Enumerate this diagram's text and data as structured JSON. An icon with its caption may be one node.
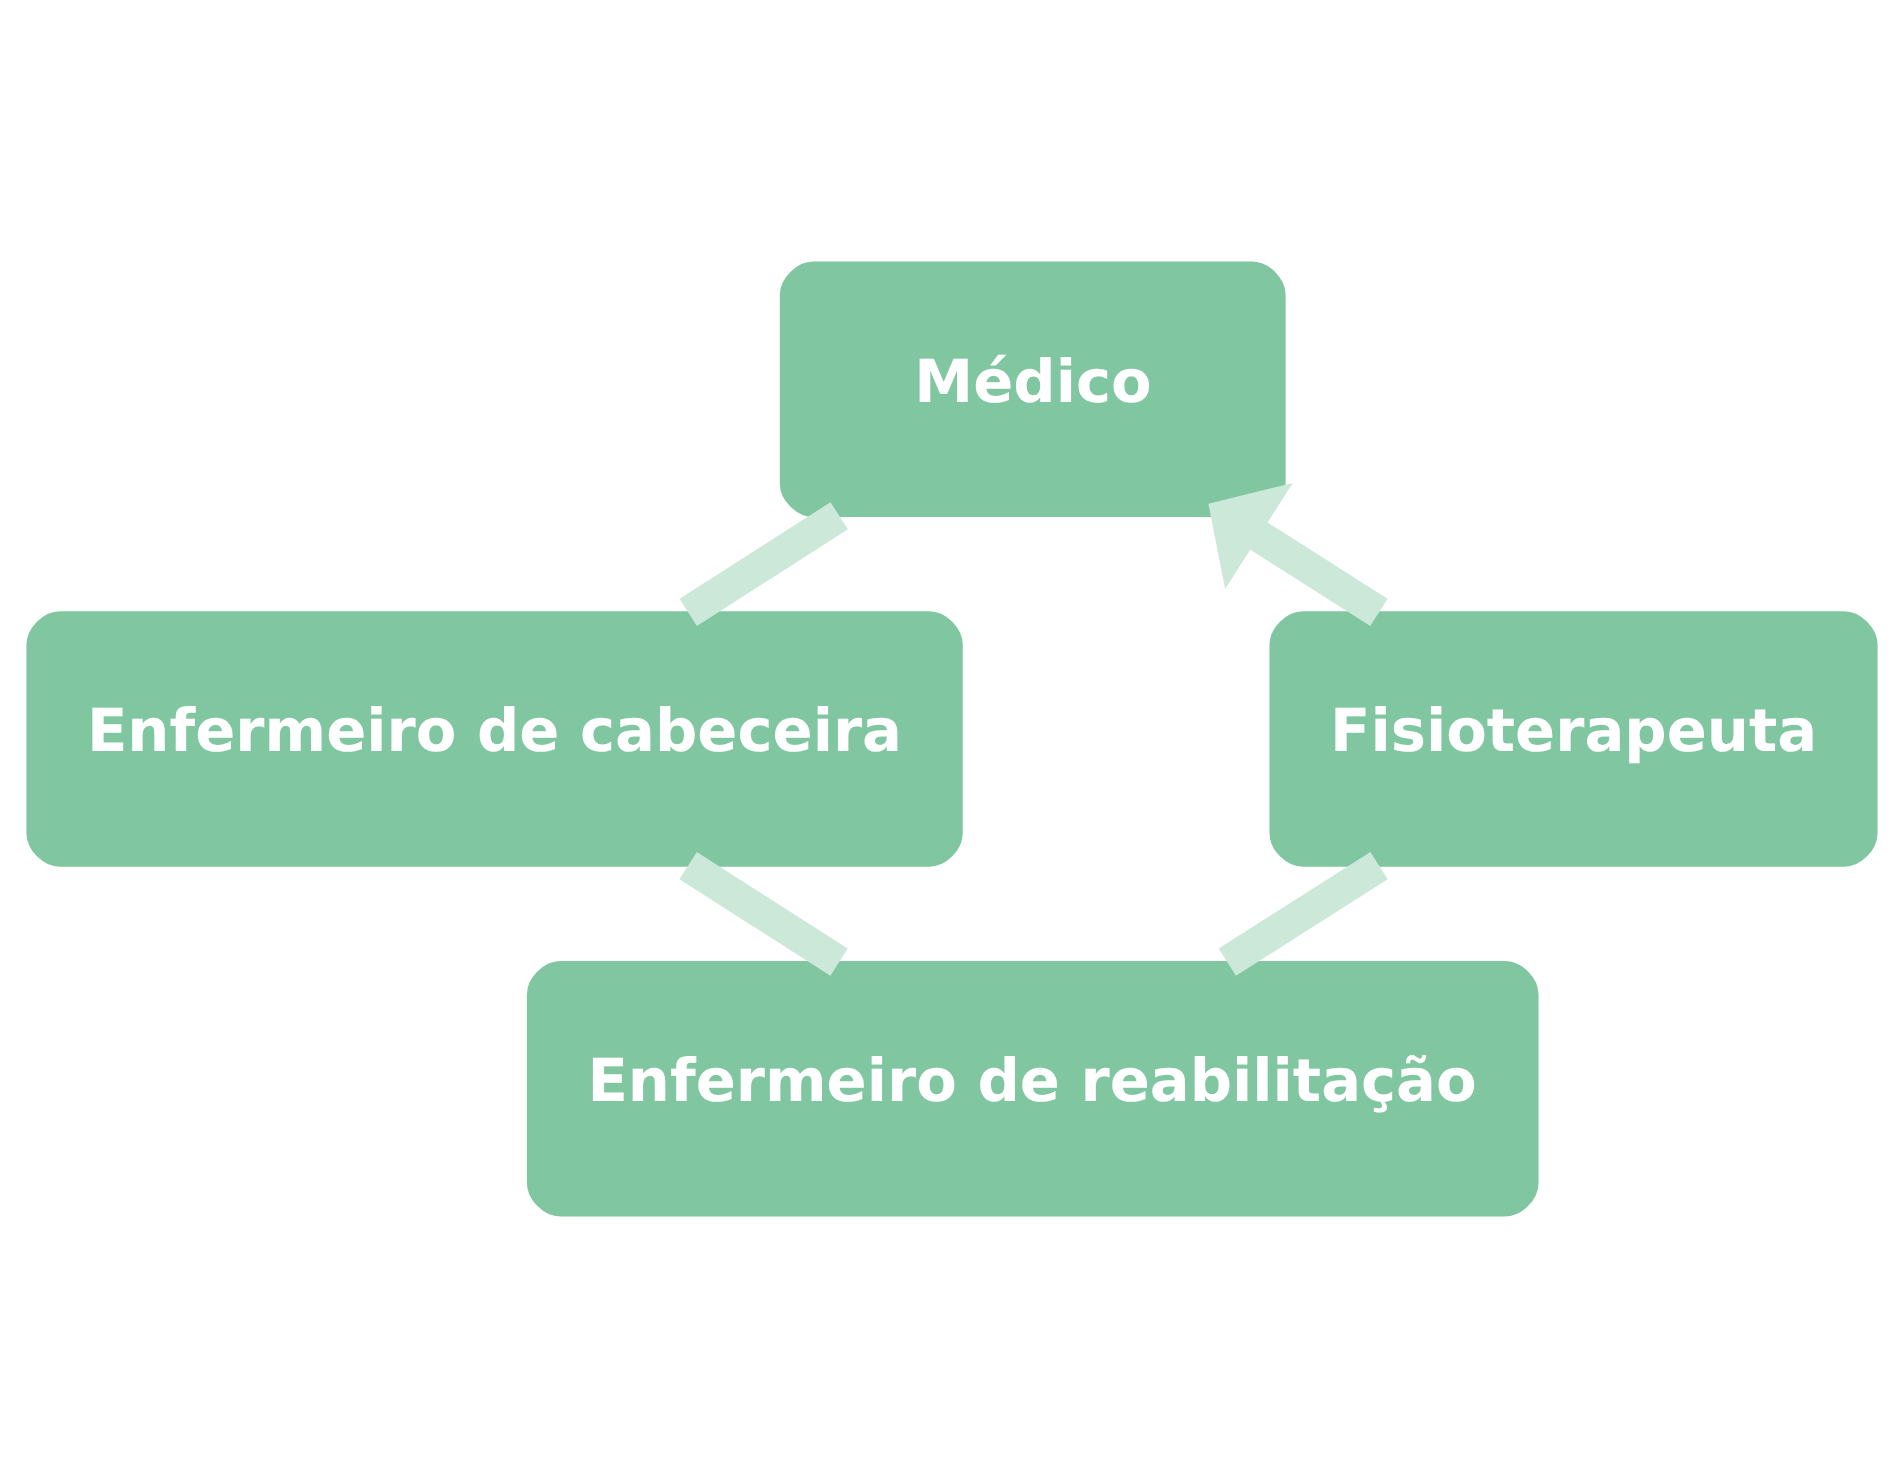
{
  "diagram": {
    "nodes": [
      {
        "text": [
          "Médico"
        ]
      },
      {
        "text": [
          "Enfermeiro de cabeceira"
        ]
      },
      {
        "text": [
          "Enfermeiro de reabilitação"
        ]
      },
      {
        "text": [
          "Fisioterapeuta"
        ]
      }
    ],
    "edges": [
      {
        "from": 0,
        "to": 1,
        "arrow": "none"
      },
      {
        "from": 1,
        "to": 2,
        "arrow": "none"
      },
      {
        "from": 2,
        "to": 3,
        "arrow": "none"
      },
      {
        "from": 3,
        "to": 0,
        "arrow": "to"
      }
    ]
  }
}
